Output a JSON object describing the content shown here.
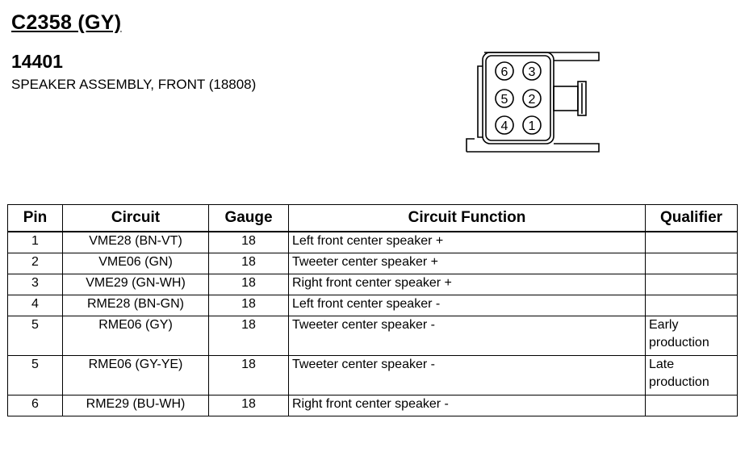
{
  "header": {
    "connector_id": "C2358 (GY)",
    "part_number": "14401",
    "description": "SPEAKER ASSEMBLY, FRONT (18808)"
  },
  "connector_diagram": {
    "pins": [
      {
        "label": "6",
        "col": 0,
        "row": 0
      },
      {
        "label": "3",
        "col": 1,
        "row": 0
      },
      {
        "label": "5",
        "col": 0,
        "row": 1
      },
      {
        "label": "2",
        "col": 1,
        "row": 1
      },
      {
        "label": "4",
        "col": 0,
        "row": 2
      },
      {
        "label": "1",
        "col": 1,
        "row": 2
      }
    ]
  },
  "table": {
    "columns": [
      "Pin",
      "Circuit",
      "Gauge",
      "Circuit Function",
      "Qualifier"
    ],
    "rows": [
      {
        "pin": "1",
        "circuit": "VME28 (BN-VT)",
        "gauge": "18",
        "function": "Left front center speaker +",
        "qualifier": ""
      },
      {
        "pin": "2",
        "circuit": "VME06 (GN)",
        "gauge": "18",
        "function": "Tweeter center speaker +",
        "qualifier": ""
      },
      {
        "pin": "3",
        "circuit": "VME29 (GN-WH)",
        "gauge": "18",
        "function": "Right front center speaker +",
        "qualifier": ""
      },
      {
        "pin": "4",
        "circuit": "RME28 (BN-GN)",
        "gauge": "18",
        "function": "Left front center speaker -",
        "qualifier": ""
      },
      {
        "pin": "5",
        "circuit": "RME06 (GY)",
        "gauge": "18",
        "function": "Tweeter center speaker -",
        "qualifier": "Early production"
      },
      {
        "pin": "5",
        "circuit": "RME06 (GY-YE)",
        "gauge": "18",
        "function": "Tweeter center speaker -",
        "qualifier": "Late production"
      },
      {
        "pin": "6",
        "circuit": "RME29 (BU-WH)",
        "gauge": "18",
        "function": "Right front center speaker -",
        "qualifier": ""
      }
    ]
  }
}
